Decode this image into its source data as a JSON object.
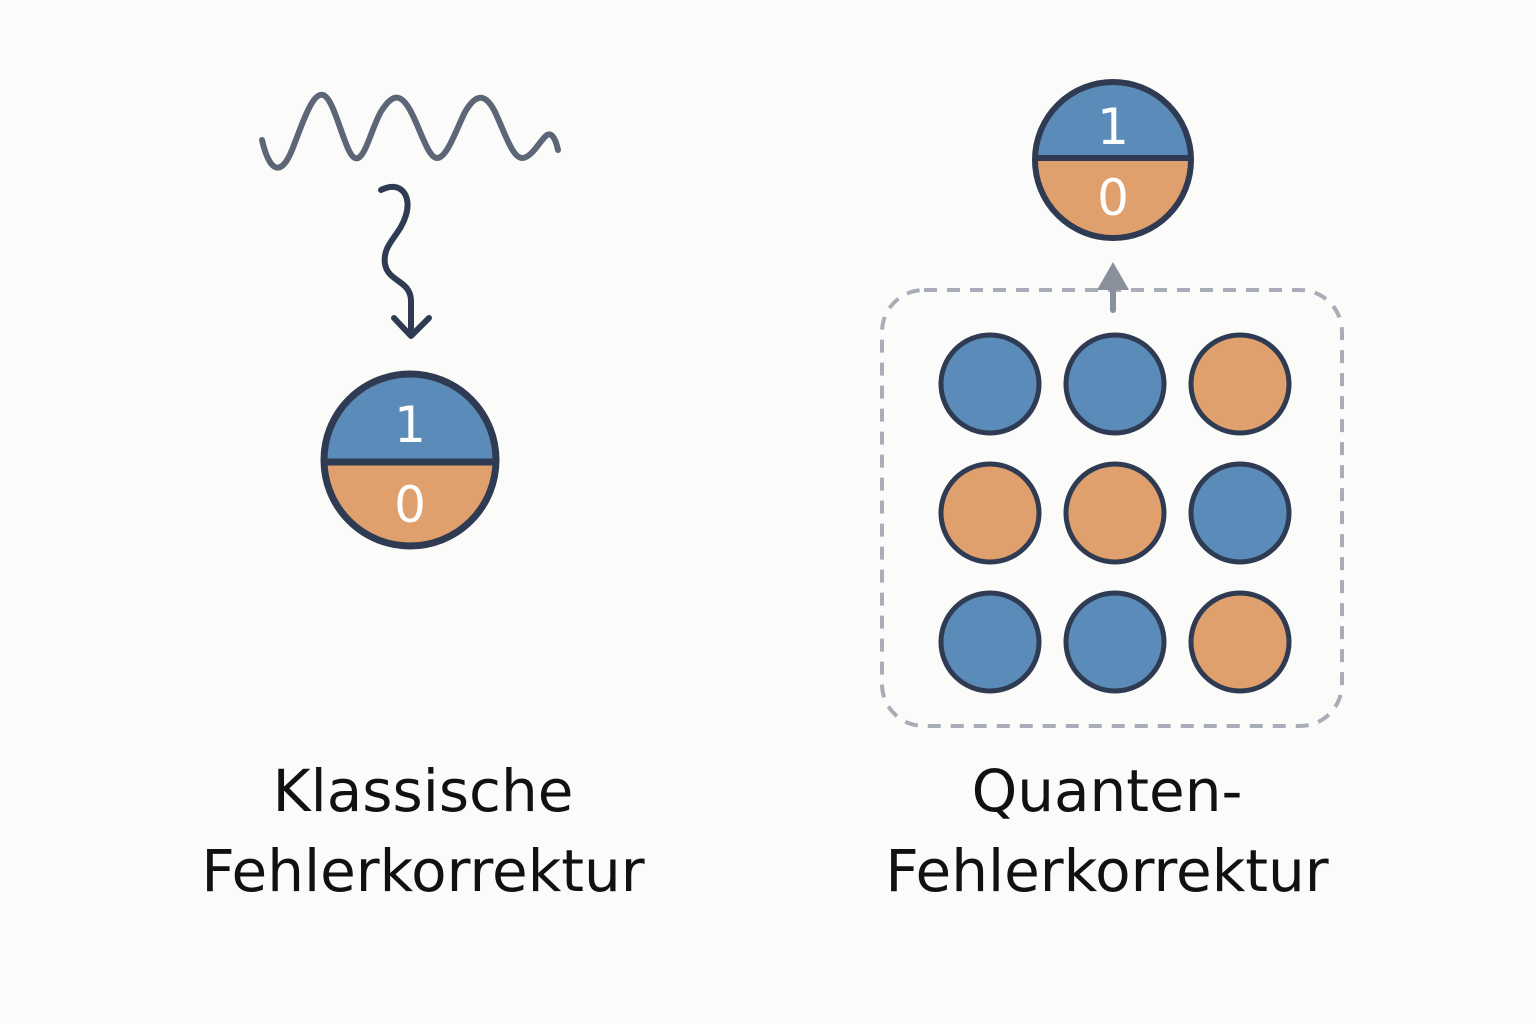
{
  "colors": {
    "background": "#fbfbf9",
    "blue": "#5b8bb8",
    "orange": "#e0a06e",
    "outline": "#2f3b52",
    "noise": "#5d6677",
    "dashed_border": "#a9adb8",
    "arrow_up": "#8a8f9c",
    "text": "#111111"
  },
  "classical": {
    "bit_top": "1",
    "bit_bottom": "0",
    "caption_line1": "Klassische",
    "caption_line2": "Fehlerkorrektur"
  },
  "quantum": {
    "bit_top": "1",
    "bit_bottom": "0",
    "caption_line1": "Quanten-",
    "caption_line2": "Fehlerkorrektur",
    "grid": [
      [
        "blue",
        "blue",
        "orange"
      ],
      [
        "orange",
        "orange",
        "blue"
      ],
      [
        "blue",
        "blue",
        "orange"
      ]
    ]
  },
  "icons": {
    "noise": "sine-wave-icon",
    "error_arrow": "squiggle-arrow-down-icon",
    "decode_arrow": "arrow-up-icon"
  }
}
